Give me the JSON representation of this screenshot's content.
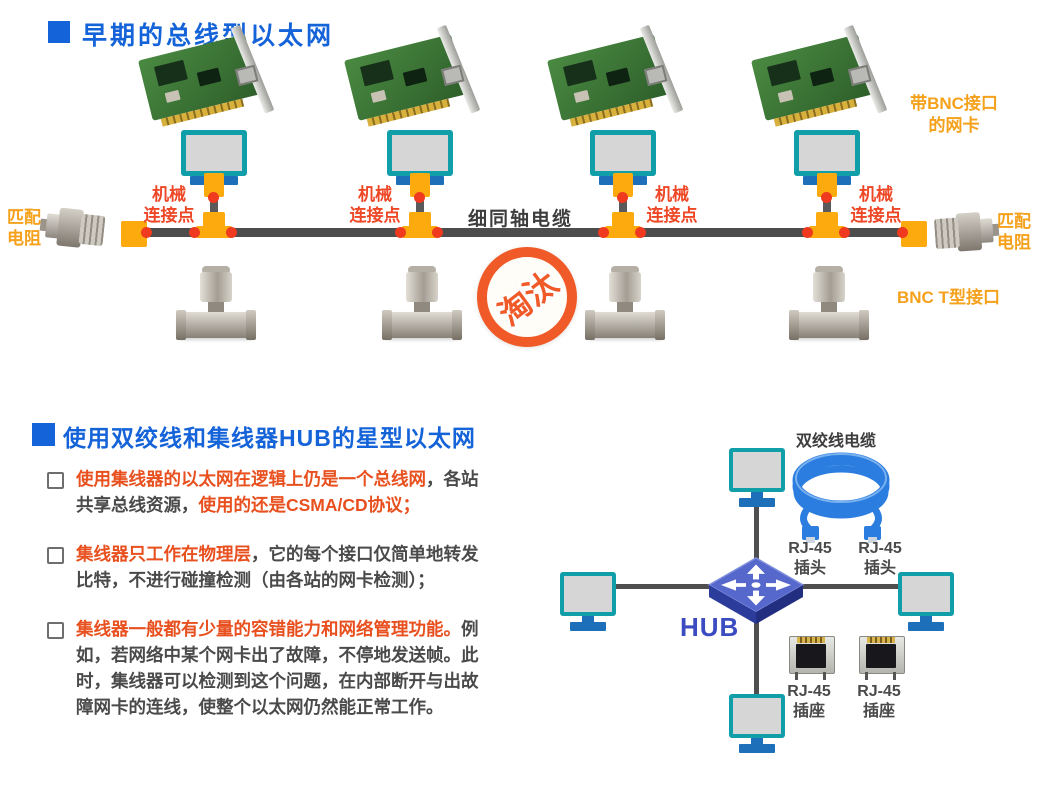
{
  "colors": {
    "title_blue": "#1463d8",
    "accent_orange": "#f5a11b",
    "accent_red": "#ee4726",
    "bullet_red": "#e8501f",
    "text_dark": "#4a4a4a",
    "cable_gray": "#4d4d4d",
    "connector_yellow": "#fcaa0e",
    "dot_red": "#ef3a1f",
    "monitor_teal": "#109ea9",
    "stand_blue": "#1e6fba",
    "hub_blue": "#3b4cc0",
    "stamp_orange": "#f05a28",
    "tp_cable_blue": "#2b7de0"
  },
  "bus_section": {
    "title": "早期的总线型以太网",
    "nic_label": [
      "带BNC接口",
      "的网卡"
    ],
    "mech_label": [
      "机械",
      "连接点"
    ],
    "coax_label": "细同轴电缆",
    "stamp_label": "淘汰",
    "bnc_t_label": "BNC T型接口",
    "resistor_label": [
      "匹配",
      "电阻"
    ]
  },
  "star_section": {
    "title": "使用双绞线和集线器HUB的星型以太网",
    "bullets": [
      {
        "segments": [
          {
            "t": "使用集线器的以太网在逻辑上仍是一个总线网",
            "c": "red"
          },
          {
            "t": "，各站",
            "c": "dark"
          },
          {
            "br": true
          },
          {
            "t": "共享总线资源，",
            "c": "dark"
          },
          {
            "t": "使用的还是CSMA/CD协议；",
            "c": "red"
          }
        ]
      },
      {
        "segments": [
          {
            "t": "集线器只工作在物理层",
            "c": "red"
          },
          {
            "t": "，它的每个接口仅简单地转发",
            "c": "dark"
          },
          {
            "br": true
          },
          {
            "t": "比特，不进行碰撞检测（由各站的网卡检测）；",
            "c": "dark"
          }
        ]
      },
      {
        "segments": [
          {
            "t": "集线器一般都有少量的容错能力和网络管理功能。",
            "c": "red"
          },
          {
            "t": "例",
            "c": "dark"
          },
          {
            "br": true
          },
          {
            "t": "如，若网络中某个网卡出了故障，不停地发送帧。此",
            "c": "dark"
          },
          {
            "br": true
          },
          {
            "t": "时，集线器可以检测到这个问题，在内部断开与出故",
            "c": "dark"
          },
          {
            "br": true
          },
          {
            "t": "障网卡的连线，使整个以太网仍然能正常工作。",
            "c": "dark"
          }
        ]
      }
    ],
    "diagram": {
      "cable_label": "双绞线电缆",
      "plug_label": [
        "RJ-45",
        "插头"
      ],
      "socket_label": [
        "RJ-45",
        "插座"
      ],
      "hub_label": "HUB"
    }
  }
}
